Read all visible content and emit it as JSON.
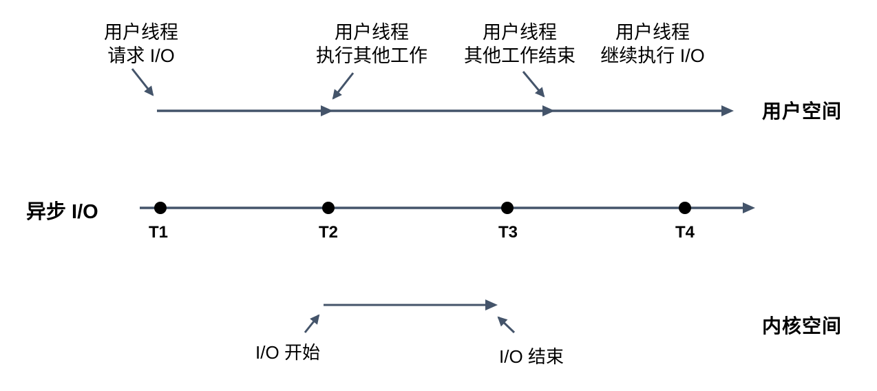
{
  "diagram": {
    "row_label": "异步 I/O",
    "user_space_label": "用户空间",
    "kernel_space_label": "内核空间",
    "top_annotations": [
      {
        "line1": "用户线程",
        "line2": "请求 I/O"
      },
      {
        "line1": "用户线程",
        "line2": "执行其他工作"
      },
      {
        "line1": "用户线程",
        "line2": "其他工作结束"
      },
      {
        "line1": "用户线程",
        "line2": "继续执行 I/O"
      }
    ],
    "time_ticks": [
      "T1",
      "T2",
      "T3",
      "T4"
    ],
    "kernel_annotations": {
      "start": "I/O 开始",
      "end": "I/O 结束"
    },
    "colors": {
      "line": "#44546A",
      "dot": "#000000",
      "text": "#000000"
    }
  }
}
